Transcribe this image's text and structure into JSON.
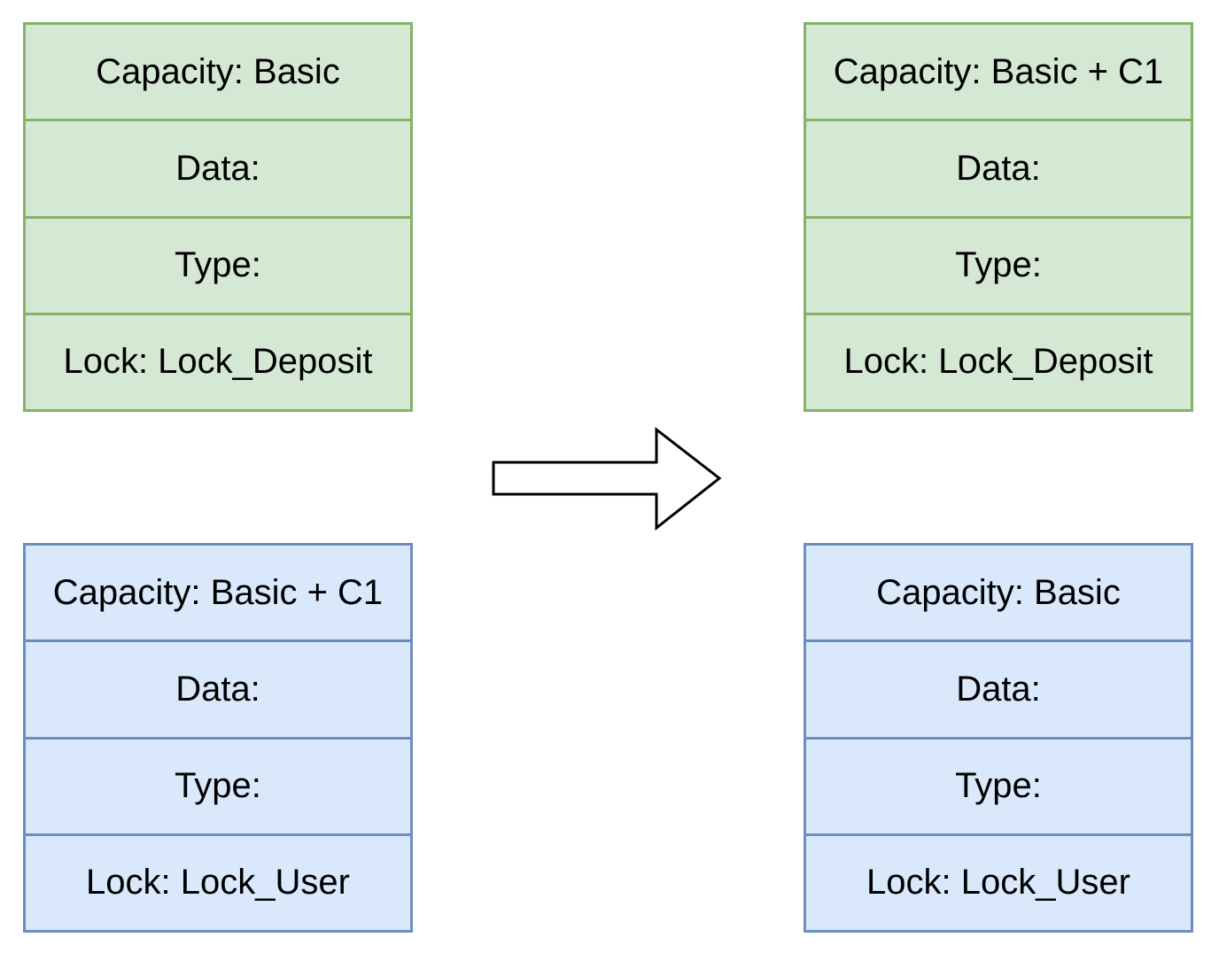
{
  "before": {
    "deposit_cell": {
      "capacity": "Capacity: Basic",
      "data": "Data:",
      "type": "Type:",
      "lock": "Lock: Lock_Deposit"
    },
    "user_cell": {
      "capacity": "Capacity: Basic + C1",
      "data": "Data:",
      "type": "Type:",
      "lock": "Lock: Lock_User"
    }
  },
  "after": {
    "deposit_cell": {
      "capacity": "Capacity: Basic + C1",
      "data": "Data:",
      "type": "Type:",
      "lock": "Lock: Lock_Deposit"
    },
    "user_cell": {
      "capacity": "Capacity: Basic",
      "data": "Data:",
      "type": "Type:",
      "lock": "Lock: Lock_User"
    }
  },
  "colors": {
    "deposit_fill": "#d5e8d4",
    "deposit_border": "#82b366",
    "user_fill": "#dae8fc",
    "user_border": "#6c8ebf"
  },
  "icons": {
    "transition": "right-arrow-icon"
  }
}
